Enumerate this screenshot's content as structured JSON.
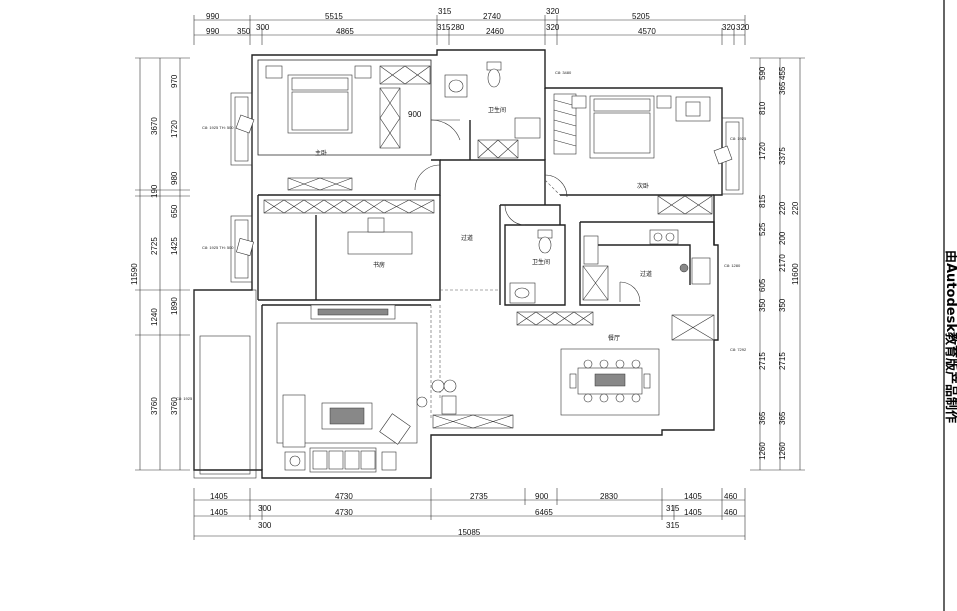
{
  "dims_top_row1": [
    "990",
    "5515",
    "315",
    "2740",
    "320",
    "5205"
  ],
  "dims_top_row2": [
    "990",
    "350",
    "300",
    "4865",
    "315",
    "280",
    "2460",
    "320",
    "4570",
    "320",
    "320"
  ],
  "dims_bottom_row1": [
    "1405",
    "4730",
    "2735",
    "900",
    "2830",
    "1405",
    "460"
  ],
  "dims_bottom_row2": [
    "1405",
    "300",
    "4730",
    "6465",
    "315",
    "1405",
    "460"
  ],
  "dims_bottom_row3": [
    "300",
    "315"
  ],
  "dims_total_width": "15085",
  "dims_left_outer": [
    "3670",
    "190",
    "2725",
    "1240",
    "3760"
  ],
  "dims_left_inner": [
    "970",
    "1720",
    "980",
    "650",
    "1425",
    "1890",
    "3760"
  ],
  "dims_left_total": "11590",
  "dims_right_inner": [
    "590",
    "810",
    "1720",
    "815",
    "525",
    "605",
    "350",
    "2715",
    "365",
    "1260"
  ],
  "dims_right_outer": [
    "455",
    "365",
    "3375",
    "220",
    "200",
    "2170",
    "350",
    "2715",
    "365",
    "1260"
  ],
  "dims_right_total": "11600",
  "dims_misc": [
    "900"
  ],
  "rooms": {
    "master_bedroom": "主卧",
    "bathroom_1": "卫生间",
    "second_bedroom": "次卧",
    "corridor": "过道",
    "study": "书房",
    "bathroom_2": "卫生间",
    "passage": "过道",
    "dining": "餐厅"
  },
  "window_notes": [
    "C8: 1925 TH: 500",
    "C8: 1925 TH: 500",
    "C8: 1925",
    "C8: 1925",
    "C8: 1280",
    "C8: 7292",
    "C8: 3480"
  ],
  "watermark": "由Autodesk教育版产品制作"
}
